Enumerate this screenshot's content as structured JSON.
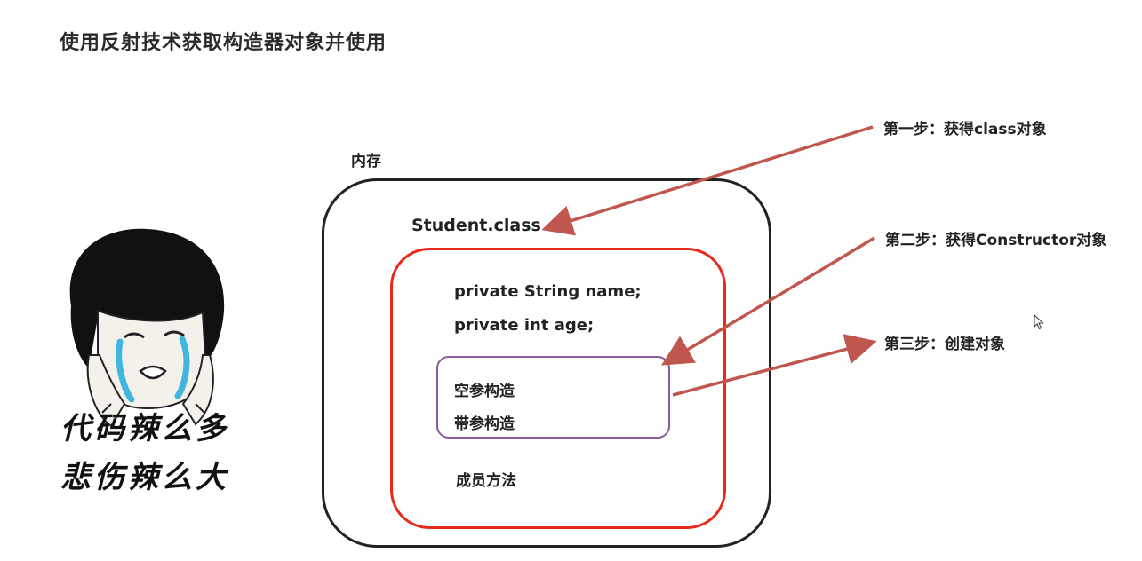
{
  "title": "使用反射技术获取构造器对象并使用",
  "memory_label": "内存",
  "class_label": "Student.class",
  "fields": [
    "private String name;",
    "private int age;"
  ],
  "constructors": [
    "空参构造",
    "带参构造"
  ],
  "methods_label": "成员方法",
  "steps": {
    "step1": "第一步：获得class对象",
    "step2": "第二步：获得Constructor对象",
    "step3": "第三步：创建对象"
  },
  "meme": {
    "line1": "代码辣么多",
    "line2": "悲伤辣么大"
  },
  "colors": {
    "arrow": "#c0574e",
    "class_box": "#e8291c",
    "constructor_box": "#8a5b9e",
    "outer_box": "#222222"
  }
}
